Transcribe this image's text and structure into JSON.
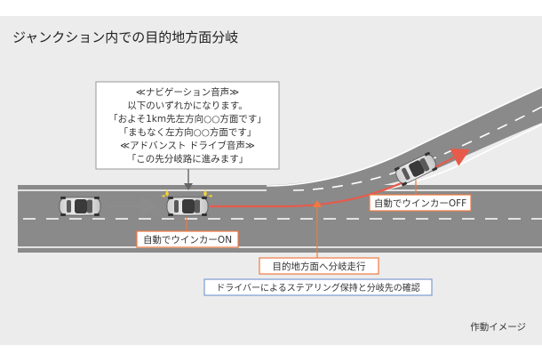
{
  "title": "ジャンクション内での目的地方面分岐",
  "footer_note": "作動イメージ",
  "voice_box": {
    "lines": [
      "≪ナビゲーション音声≫",
      "以下のいずれかになります。",
      "「およそ1km先左方向○○方面です」",
      "「まもなく左方向○○方面です」",
      "≪アドバンスト ドライブ音声≫",
      "「この先分岐路に進みます」"
    ]
  },
  "labels": {
    "blinker_on": "自動でウインカーON",
    "blinker_off": "自動でウインカーOFF",
    "branch_travel": "目的地方面へ分岐走行",
    "driver_check": "ドライバーによるステアリング保持と分岐先の確認"
  },
  "colors": {
    "background": "#ececec",
    "road": "#8a8a8a",
    "lane_mark": "#ffffff",
    "path": "#e85a4a",
    "label_orange": "#f07a42",
    "label_blue": "#7b9bd0",
    "text": "#333333",
    "gray_arrow": "#8c8c8c",
    "blinker": "#f5d232"
  },
  "icons": {
    "car": "car-icon",
    "blinker": "blinker-flash-icon"
  }
}
